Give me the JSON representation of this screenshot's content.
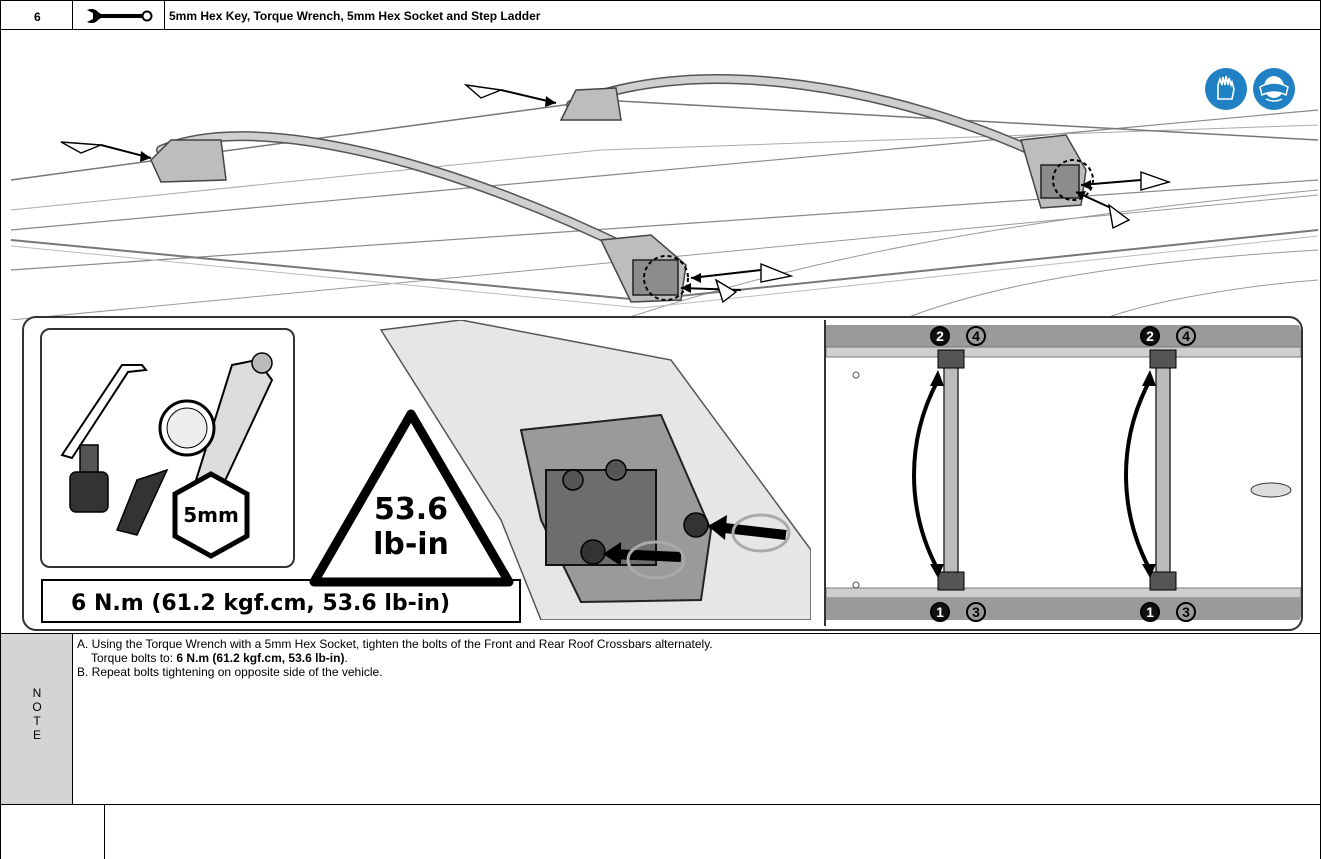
{
  "step": {
    "number": "6",
    "tools_icon": "wrench-icon",
    "tools_label": "5mm Hex Key, Torque Wrench, 5mm Hex Socket and Step Ladder"
  },
  "safety_icons": [
    "gloves-icon",
    "goggles-icon"
  ],
  "insets": {
    "tool_size_label": "5mm",
    "torque_triangle": {
      "line1": "53.6",
      "line2": "lb-in"
    },
    "torque_spec": "6 N.m (61.2 kgf.cm, 53.6 lb-in)",
    "sequence": {
      "top_left": "2",
      "top_right": "4",
      "bottom_left": "1",
      "bottom_right": "3"
    }
  },
  "note": {
    "letters": [
      "N",
      "O",
      "T",
      "E"
    ],
    "line_a": "A. Using the Torque Wrench with a 5mm Hex Socket, tighten the bolts of the Front and Rear Roof Crossbars alternately.",
    "line_a2_prefix": "Torque bolts to: ",
    "line_a2_value": "6 N.m (61.2 kgf.cm, 53.6 lb-in)",
    "line_a2_suffix": ".",
    "line_b": "B. Repeat bolts tightening on opposite side of the vehicle."
  },
  "colors": {
    "blue": "#1f80c3",
    "grey": "#d4d4d4",
    "part": "#b8b8b8"
  }
}
